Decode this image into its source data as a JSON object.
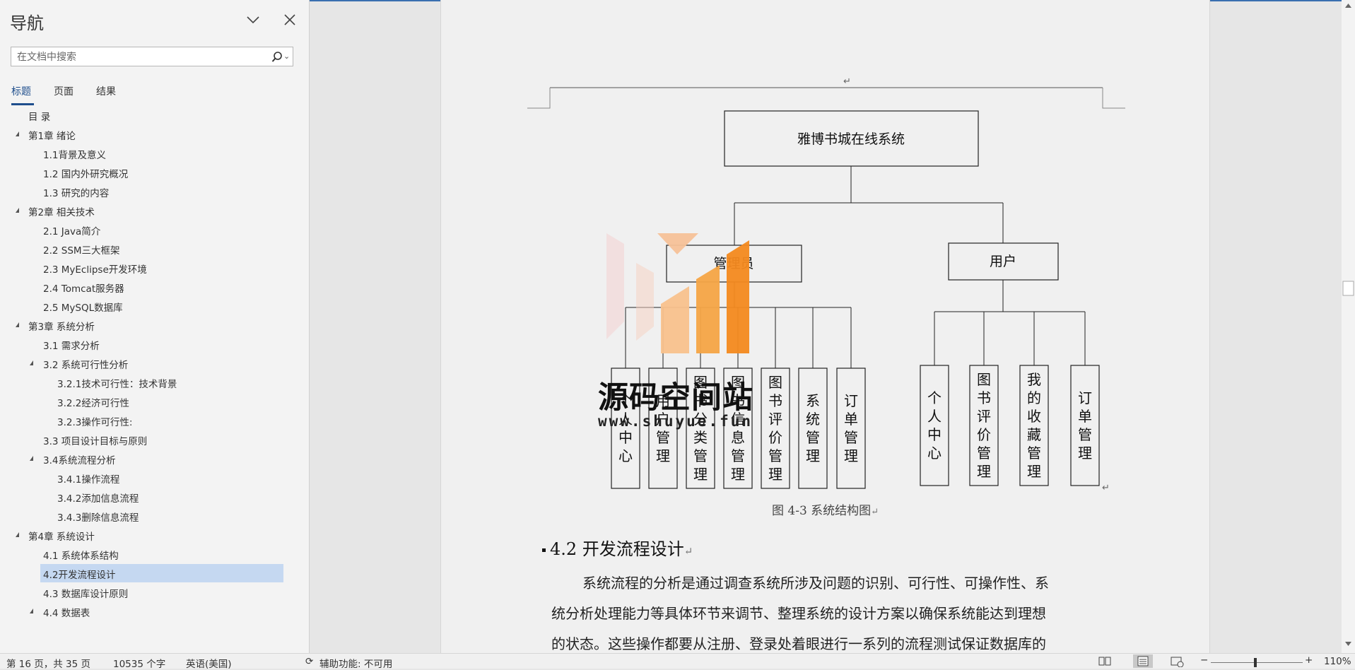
{
  "nav": {
    "title": "导航",
    "search_placeholder": "在文档中搜索",
    "tabs": [
      "标题",
      "页面",
      "结果"
    ],
    "toc": [
      {
        "label": "目 录",
        "level": 1,
        "collapsible": false
      },
      {
        "label": "第1章 绪论",
        "level": 1,
        "collapsible": true
      },
      {
        "label": "1.1背景及意义",
        "level": 2,
        "collapsible": false
      },
      {
        "label": "1.2 国内外研究概况",
        "level": 2,
        "collapsible": false
      },
      {
        "label": "1.3 研究的内容",
        "level": 2,
        "collapsible": false
      },
      {
        "label": "第2章 相关技术",
        "level": 1,
        "collapsible": true
      },
      {
        "label": "2.1 Java简介",
        "level": 2,
        "collapsible": false
      },
      {
        "label": "2.2 SSM三大框架",
        "level": 2,
        "collapsible": false
      },
      {
        "label": "2.3 MyEclipse开发环境",
        "level": 2,
        "collapsible": false
      },
      {
        "label": "2.4 Tomcat服务器",
        "level": 2,
        "collapsible": false
      },
      {
        "label": "2.5 MySQL数据库",
        "level": 2,
        "collapsible": false
      },
      {
        "label": "第3章 系统分析",
        "level": 1,
        "collapsible": true
      },
      {
        "label": "3.1 需求分析",
        "level": 2,
        "collapsible": false
      },
      {
        "label": "3.2 系统可行性分析",
        "level": 2,
        "collapsible": true
      },
      {
        "label": "3.2.1技术可行性：技术背景",
        "level": 3,
        "collapsible": false
      },
      {
        "label": "3.2.2经济可行性",
        "level": 3,
        "collapsible": false
      },
      {
        "label": "3.2.3操作可行性:",
        "level": 3,
        "collapsible": false
      },
      {
        "label": "3.3 项目设计目标与原则",
        "level": 2,
        "collapsible": false
      },
      {
        "label": "3.4系统流程分析",
        "level": 2,
        "collapsible": true
      },
      {
        "label": "3.4.1操作流程",
        "level": 3,
        "collapsible": false
      },
      {
        "label": "3.4.2添加信息流程",
        "level": 3,
        "collapsible": false
      },
      {
        "label": "3.4.3删除信息流程",
        "level": 3,
        "collapsible": false
      },
      {
        "label": "第4章 系统设计",
        "level": 1,
        "collapsible": true
      },
      {
        "label": "4.1 系统体系结构",
        "level": 2,
        "collapsible": false
      },
      {
        "label": "4.2开发流程设计",
        "level": 2,
        "collapsible": false,
        "selected": true
      },
      {
        "label": "4.3 数据库设计原则",
        "level": 2,
        "collapsible": false
      },
      {
        "label": "4.4 数据表",
        "level": 2,
        "collapsible": true
      }
    ]
  },
  "doc": {
    "diagram": {
      "root": "雅博书城在线系统",
      "admin": "管理员",
      "user": "用户",
      "admin_items": [
        "个人中心",
        "用户管理",
        "图书分类管理",
        "图书信息管理",
        "图书评价管理",
        "系统管理",
        "订单管理"
      ],
      "user_items": [
        "个人中心",
        "图书评价管理",
        "我的收藏管理",
        "订单管理"
      ]
    },
    "caption": "图 4-3 系统结构图",
    "heading": "4.2 开发流程设计",
    "paragraph_lines": [
      "系统流程的分析是通过调查系统所涉及问题的识别、可行性、可操作性、系",
      "统分析处理能力等具体环节来调节、整理系统的设计方案以确保系统能达到理想",
      "的状态。这些操作都要从注册、登录处着眼进行一系列的流程测试保证数据库的"
    ],
    "return_mark": "↵",
    "watermark_title": "源码空间站",
    "watermark_url": "www.shuyue.fun"
  },
  "status": {
    "page": "第 16 页，共 35 页",
    "words": "10535 个字",
    "language": "英语(美国)",
    "accessibility": "辅助功能: 不可用",
    "zoom": "110%",
    "zoom_out": "−",
    "zoom_in": "+"
  },
  "colors": {
    "accent": "#1e4e8c",
    "selected_bg": "#c5d8f1",
    "logo_orange": "#f58a1f"
  }
}
